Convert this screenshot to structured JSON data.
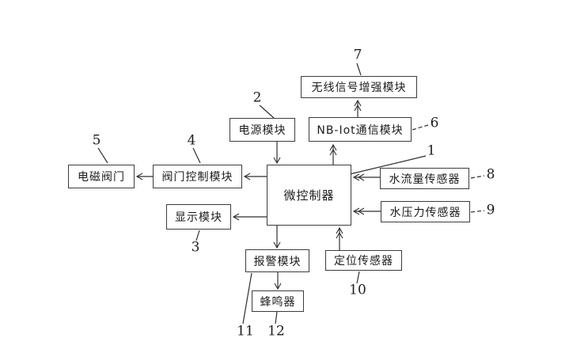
{
  "diagram": {
    "type": "block-diagram",
    "background_color": "#ffffff",
    "line_color": "#2f2f2f",
    "box_border_color": "#3c3c3c",
    "text_color": "#1c1c1c",
    "nodes": [
      {
        "id": "microcontroller",
        "label": "微控制器",
        "ref": "1"
      },
      {
        "id": "power-module",
        "label": "电源模块",
        "ref": "2"
      },
      {
        "id": "display-module",
        "label": "显示模块",
        "ref": "3"
      },
      {
        "id": "valve-control-module",
        "label": "阀门控制模块",
        "ref": "4"
      },
      {
        "id": "solenoid-valve",
        "label": "电磁阀门",
        "ref": "5"
      },
      {
        "id": "nb-iot-communication-module",
        "label": "NB-Iot通信模块",
        "ref": "6"
      },
      {
        "id": "wireless-signal-booster-module",
        "label": "无线信号增强模块",
        "ref": "7"
      },
      {
        "id": "water-flow-sensor",
        "label": "水流量传感器",
        "ref": "8"
      },
      {
        "id": "water-pressure-sensor",
        "label": "水压力传感器",
        "ref": "9"
      },
      {
        "id": "positioning-sensor",
        "label": "定位传感器",
        "ref": "10"
      },
      {
        "id": "alarm-module",
        "label": "报警模块",
        "ref": "11"
      },
      {
        "id": "buzzer",
        "label": "蜂鸣器",
        "ref": "12"
      }
    ],
    "edges": [
      {
        "from": "power-module",
        "to": "microcontroller"
      },
      {
        "from": "microcontroller",
        "to": "nb-iot-communication-module"
      },
      {
        "from": "nb-iot-communication-module",
        "to": "wireless-signal-booster-module"
      },
      {
        "from": "microcontroller",
        "to": "valve-control-module"
      },
      {
        "from": "valve-control-module",
        "to": "solenoid-valve"
      },
      {
        "from": "microcontroller",
        "to": "display-module"
      },
      {
        "from": "water-flow-sensor",
        "to": "microcontroller"
      },
      {
        "from": "water-pressure-sensor",
        "to": "microcontroller"
      },
      {
        "from": "microcontroller",
        "to": "alarm-module"
      },
      {
        "from": "alarm-module",
        "to": "buzzer"
      },
      {
        "from": "positioning-sensor",
        "to": "microcontroller"
      }
    ]
  }
}
